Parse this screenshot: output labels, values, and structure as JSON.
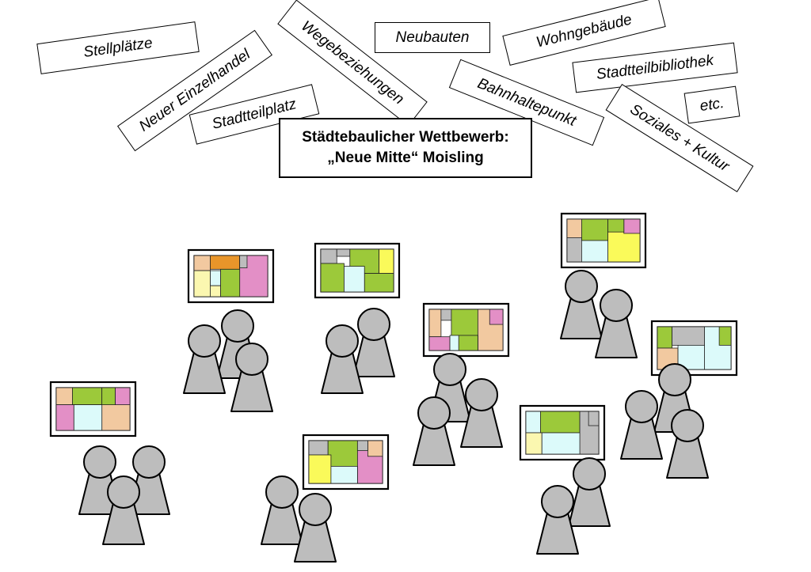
{
  "title": {
    "line1": "Städtebaulicher Wettbewerb:",
    "line2": "„Neue Mitte“ Moisling"
  },
  "tags": [
    "Stellplätze",
    "Neuer Einzelhandel",
    "Stadtteilplatz",
    "Wegebeziehungen",
    "Neubauten",
    "Bahnhaltepunkt",
    "Wohngebäude",
    "Stadtteilbibliothek",
    "Soziales + Kultur",
    "etc."
  ],
  "colors": {
    "figure": "#bdbdbd",
    "green": "#9cc93a",
    "orange": "#e8952a",
    "peach": "#f2c9a0",
    "pink": "#e38fc6",
    "yellow": "#fafa5a",
    "lightyellow": "#fbf7b0",
    "lightcyan": "#dcfafa",
    "gray": "#bdbdbd"
  }
}
